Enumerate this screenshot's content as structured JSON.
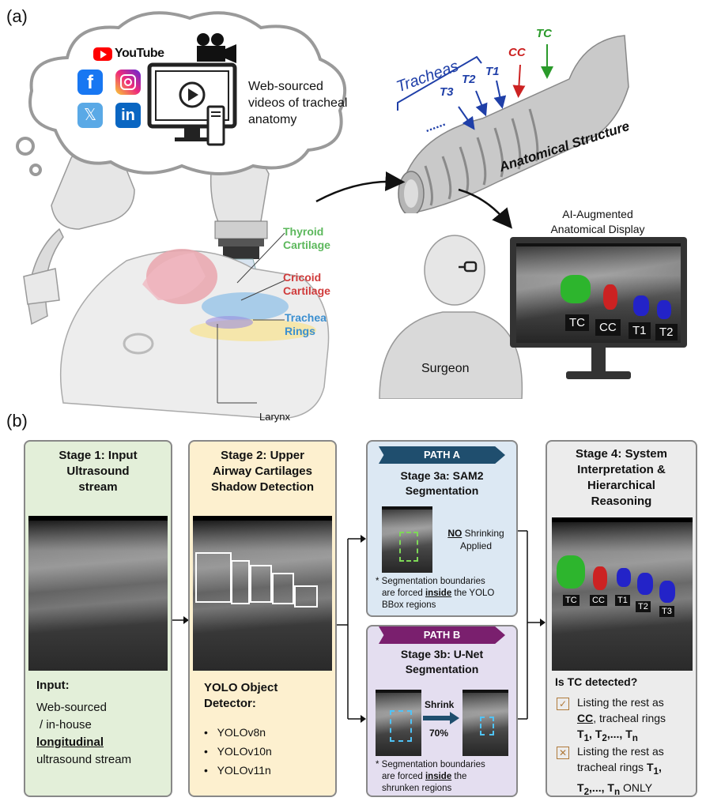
{
  "panel_a": {
    "label": "(a)",
    "cloud_text": "Web-sourced videos of tracheal anatomy",
    "cloud_text_lines": [
      "Web-sourced",
      "videos of tracheal",
      "anatomy"
    ],
    "youtube_label": "YouTube",
    "anatomy_labels": {
      "thyroid": [
        "Thyroid",
        "Cartilage"
      ],
      "cricoid": [
        "Cricoid",
        "Cartilage"
      ],
      "trachea": [
        "Trachea",
        "Rings"
      ],
      "larynx": "Larynx"
    },
    "structure_labels": {
      "tracheas": "Tracheas",
      "t3": "T3",
      "t2": "T2",
      "t1": "T1",
      "cc": "CC",
      "tc": "TC",
      "dots": "......",
      "anatomical_structure": "Anatomical Structure"
    },
    "display_title": [
      "AI-Augmented",
      "Anatomical Display"
    ],
    "display_tags": [
      "TC",
      "CC",
      "T1",
      "T2"
    ],
    "surgeon_label": "Surgeon",
    "colors": {
      "tc": "#2db52d",
      "cc": "#cc2222",
      "t": "#2323c8",
      "thyroid": "#5cb85c",
      "cricoid": "#d03b3b",
      "trachea": "#3b8fd0"
    }
  },
  "panel_b": {
    "label": "(b)",
    "stage1": {
      "title": [
        "Stage 1: Input",
        "Ultrasound",
        "stream"
      ],
      "input_heading": "Input:",
      "input_lines": [
        "Web-sourced",
        "/ in-house"
      ],
      "input_emph": "longitudinal",
      "input_tail": "ultrasound stream"
    },
    "stage2": {
      "title": [
        "Stage 2: Upper",
        "Airway Cartilages",
        "Shadow Detection"
      ],
      "detector_heading": [
        "YOLO Object",
        "Detector:"
      ],
      "models": [
        "YOLOv8n",
        "YOLOv10n",
        "YOLOv11n"
      ]
    },
    "path_a": {
      "banner": "PATH A",
      "title": [
        "Stage 3a: SAM2",
        "Segmentation"
      ],
      "no": "NO",
      "note": [
        "Shrinking",
        "Applied"
      ],
      "foot_prefix": "* Segmentation boundaries",
      "foot_mid_pre": "are forced",
      "foot_emph": "inside",
      "foot_mid_post": "the YOLO",
      "foot_tail": "BBox regions"
    },
    "path_b": {
      "banner": "PATH B",
      "title": [
        "Stage 3b: U-Net",
        "Segmentation"
      ],
      "shrink_label": "Shrink",
      "shrink_pct": "70%",
      "foot_prefix": "* Segmentation boundaries",
      "foot_mid_pre": "are forced",
      "foot_emph": "inside",
      "foot_mid_post": "the",
      "foot_tail": "shrunken regions"
    },
    "stage4": {
      "title": [
        "Stage 4: System",
        "Interpretation &",
        "Hierarchical",
        "Reasoning"
      ],
      "tags": [
        "TC",
        "CC",
        "T1",
        "T2",
        "T3"
      ],
      "question": "Is TC detected?",
      "yes_text_1": "Listing the rest as",
      "yes_cc": "CC",
      "yes_text_2": ", tracheal rings",
      "yes_text_3": "T",
      "no_text_1": "Listing the rest as",
      "no_text_2": "tracheal rings",
      "no_only": "ONLY"
    },
    "colors": {
      "stage1_bg": "#e3efd9",
      "stage2_bg": "#fdf0cf",
      "patha_bg": "#dce8f3",
      "pathb_bg": "#e4def0",
      "stage4_bg": "#ececec",
      "patha_banner": "#1f4e6e",
      "pathb_banner": "#7a1f6e",
      "dash_green": "#7ed957",
      "dash_blue": "#4fc3f7",
      "check": "#b07a3a"
    }
  }
}
